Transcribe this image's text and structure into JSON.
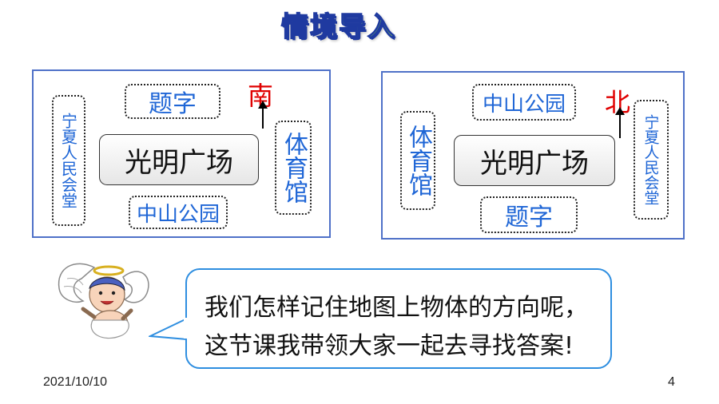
{
  "title": "情境导入",
  "map_left": {
    "top_label": "题字",
    "direction": "南",
    "left_vertical": "宁夏人民会堂",
    "center": "光明广场",
    "right_vertical": "体育馆",
    "bottom_label": "中山公园"
  },
  "map_right": {
    "top_label": "中山公园",
    "direction": "北",
    "left_vertical": "体育馆",
    "center": "光明广场",
    "right_vertical": "宁夏人民会堂",
    "bottom_label": "题字"
  },
  "bubble": {
    "line1": "我们怎样记住地图上物体的方向呢，",
    "line2": "这节课我带领大家一起去寻找答案!"
  },
  "footer": {
    "date": "2021/10/10",
    "page": "4"
  },
  "icons": {
    "mascot": "angel-cherub-icon"
  }
}
